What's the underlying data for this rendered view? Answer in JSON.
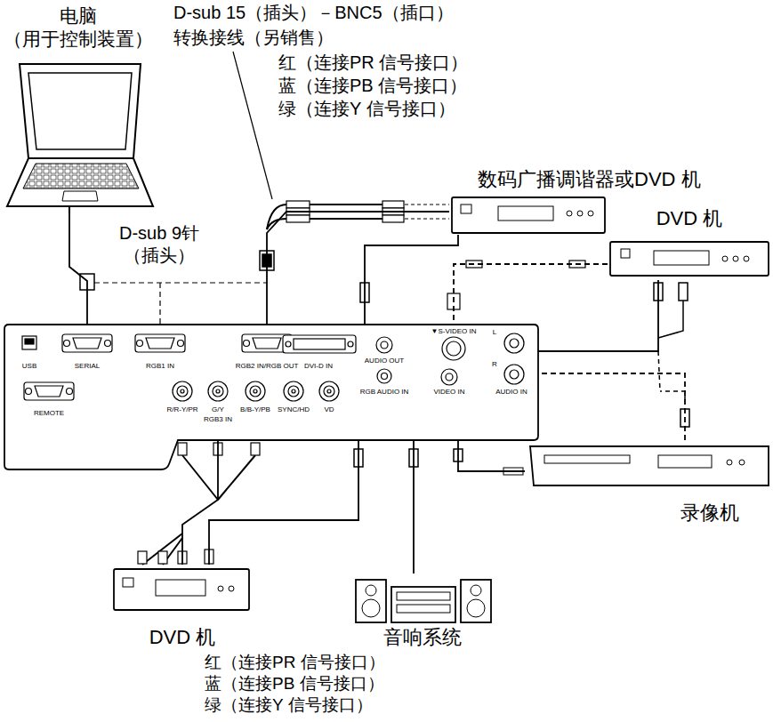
{
  "diagram": {
    "nodes": [
      {
        "text": [
          "电脑 （用于控制装置）"
        ]
      },
      {
        "text": [
          "数码广播调谐器或DVD 机"
        ]
      },
      {
        "text": [
          "DVD 机"
        ]
      },
      {
        "text": [
          "录像机"
        ]
      },
      {
        "text": [
          "USB",
          "SERIAL",
          "RGB1 IN",
          "RGB2 IN/RGB OUT",
          "DVI-D IN",
          "AUDIO OUT",
          "RGB AUDIO IN",
          "▼S-VIDEO IN",
          "VIDEO IN",
          "L",
          "R",
          "AUDIO IN",
          "REMOTE",
          "R/R-Y/PR",
          "G/Y",
          "B/B-Y/PB",
          "SYNC/HD",
          "VD",
          "RGB3 IN"
        ]
      },
      {
        "text": [
          "DVD 机"
        ]
      },
      {
        "text": [
          "音响系统"
        ]
      }
    ],
    "edges": [
      {
        "from": 0,
        "to": 4,
        "arrow": "none"
      },
      {
        "from": 1,
        "to": 4,
        "arrow": "none"
      },
      {
        "from": 1,
        "to": 4,
        "arrow": "none"
      },
      {
        "from": 2,
        "to": 4,
        "arrow": "none"
      },
      {
        "from": 2,
        "to": 4,
        "arrow": "none"
      },
      {
        "from": 3,
        "to": 4,
        "arrow": "none"
      },
      {
        "from": 3,
        "to": 4,
        "arrow": "none"
      },
      {
        "from": 5,
        "to": 4,
        "arrow": "none"
      },
      {
        "from": 5,
        "to": 4,
        "arrow": "none"
      },
      {
        "from": 6,
        "to": 4,
        "arrow": "none"
      }
    ],
    "labels": [
      "D-sub 15（插头）－BNC5（插口）",
      "转换接线（另销售）",
      "红（连接PR 信号接口）",
      "蓝（连接PB 信号接口）",
      "绿（连接Y 信号接口）",
      "D-sub 9针 （插头）",
      "红（连接PR 信号接口）",
      "蓝（连接PB 信号接口）",
      "绿（连接Y 信号接口）"
    ]
  }
}
